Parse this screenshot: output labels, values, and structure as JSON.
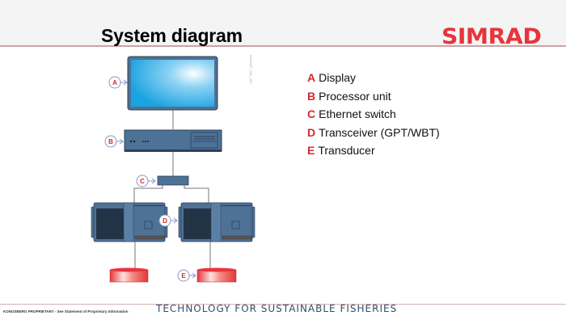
{
  "header": {
    "title": "System diagram",
    "logo": "SIMRAD"
  },
  "legend": {
    "items": [
      {
        "letter": "A",
        "label": "Display"
      },
      {
        "letter": "B",
        "label": "Processor unit"
      },
      {
        "letter": "C",
        "label": "Ethernet switch"
      },
      {
        "letter": "D",
        "label": "Transceiver (GPT/WBT)"
      },
      {
        "letter": "E",
        "label": "Transducer"
      }
    ]
  },
  "diagram": {
    "callouts": {
      "A": "A",
      "B": "B",
      "C": "C",
      "D": "D",
      "E": "E"
    },
    "figure_id": "ac004697_001_002"
  },
  "footer": {
    "proprietary": "KONGSBERG PROPRIETARY - See Statement of Proprietary Information",
    "tagline": "TECHNOLOGY FOR SUSTAINABLE FISHERIES"
  },
  "colors": {
    "accent_red": "#e8343c",
    "unit_blue": "#4e7196",
    "unit_dark": "#243447",
    "footer_text": "#2f4f6e"
  }
}
